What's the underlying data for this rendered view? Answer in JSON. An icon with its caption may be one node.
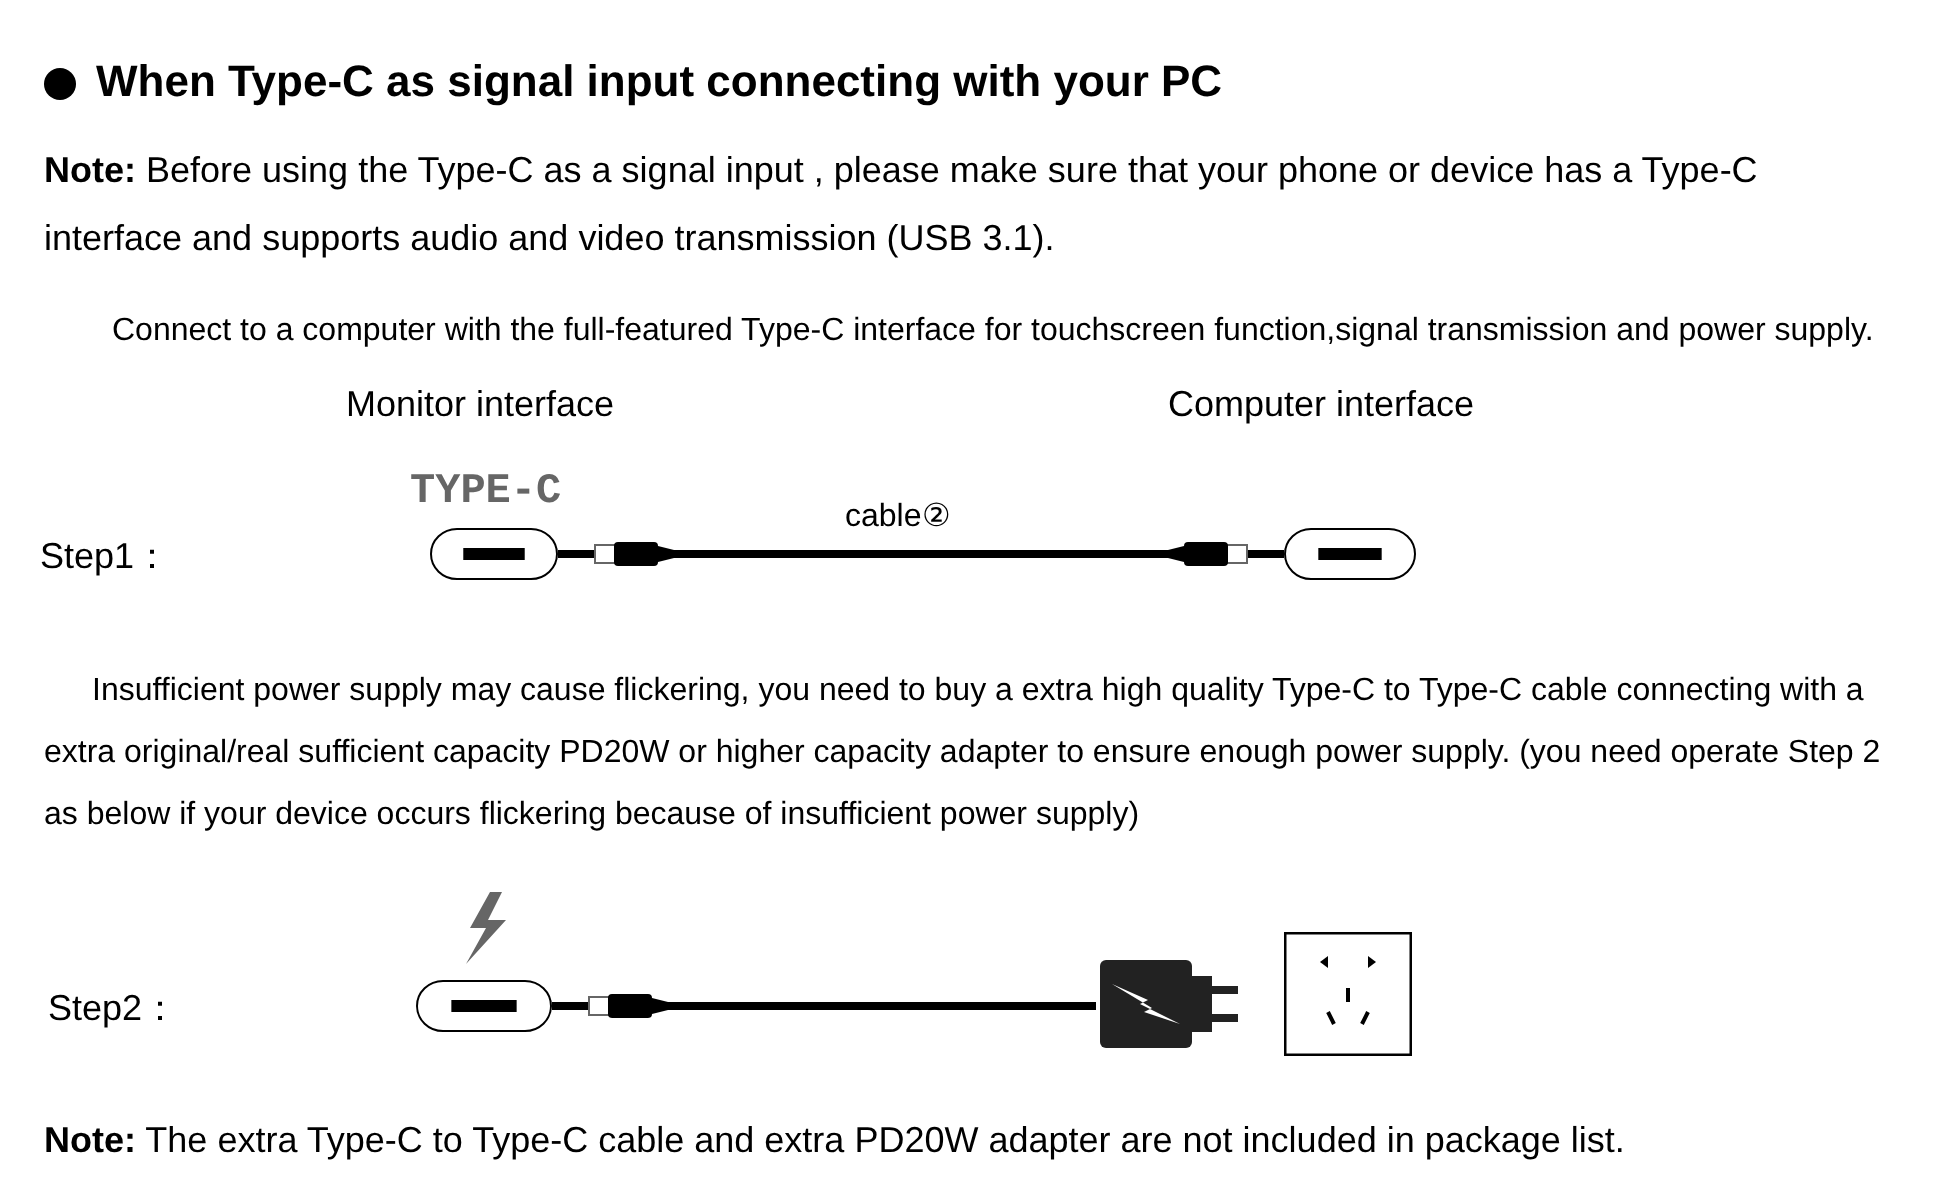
{
  "diagram": {
    "title": "When Type-C as signal input connecting with your PC",
    "nodes": [
      {
        "text": [],
        "shape": "box",
        "beside": [
          "TYPE-C"
        ]
      },
      {
        "text": [],
        "shape": "box"
      },
      {
        "text": [],
        "shape": "box"
      },
      {
        "text": [],
        "shape": "picture"
      },
      {
        "text": [],
        "shape": "picture"
      }
    ],
    "edges": [
      {
        "from": 0,
        "to": 1,
        "arrow": "none",
        "label": "cable②"
      },
      {
        "from": 2,
        "to": 3,
        "arrow": "none"
      }
    ],
    "labels": [
      "**Note:** Before using the Type-C as a signal input , please make sure that your phone or device has a Type-C interface and supports audio and video transmission (USB 3.1).",
      "Connect to a computer with the full-featured Type-C interface for touchscreen function,signal transmission and power supply.",
      "Monitor interface",
      "Computer interface",
      "Step1：",
      "Insufficient power supply may cause flickering, you need to buy a extra high quality Type-C to Type-C cable connecting with a extra original/real sufficient capacity PD20W or higher capacity adapter to ensure enough power supply. (you need operate Step 2 as below if your device occurs flickering because of insufficient power supply)",
      "Step2：",
      "**Note:** The extra Type-C to Type-C cable and extra PD20W adapter are not included in package list."
    ]
  }
}
